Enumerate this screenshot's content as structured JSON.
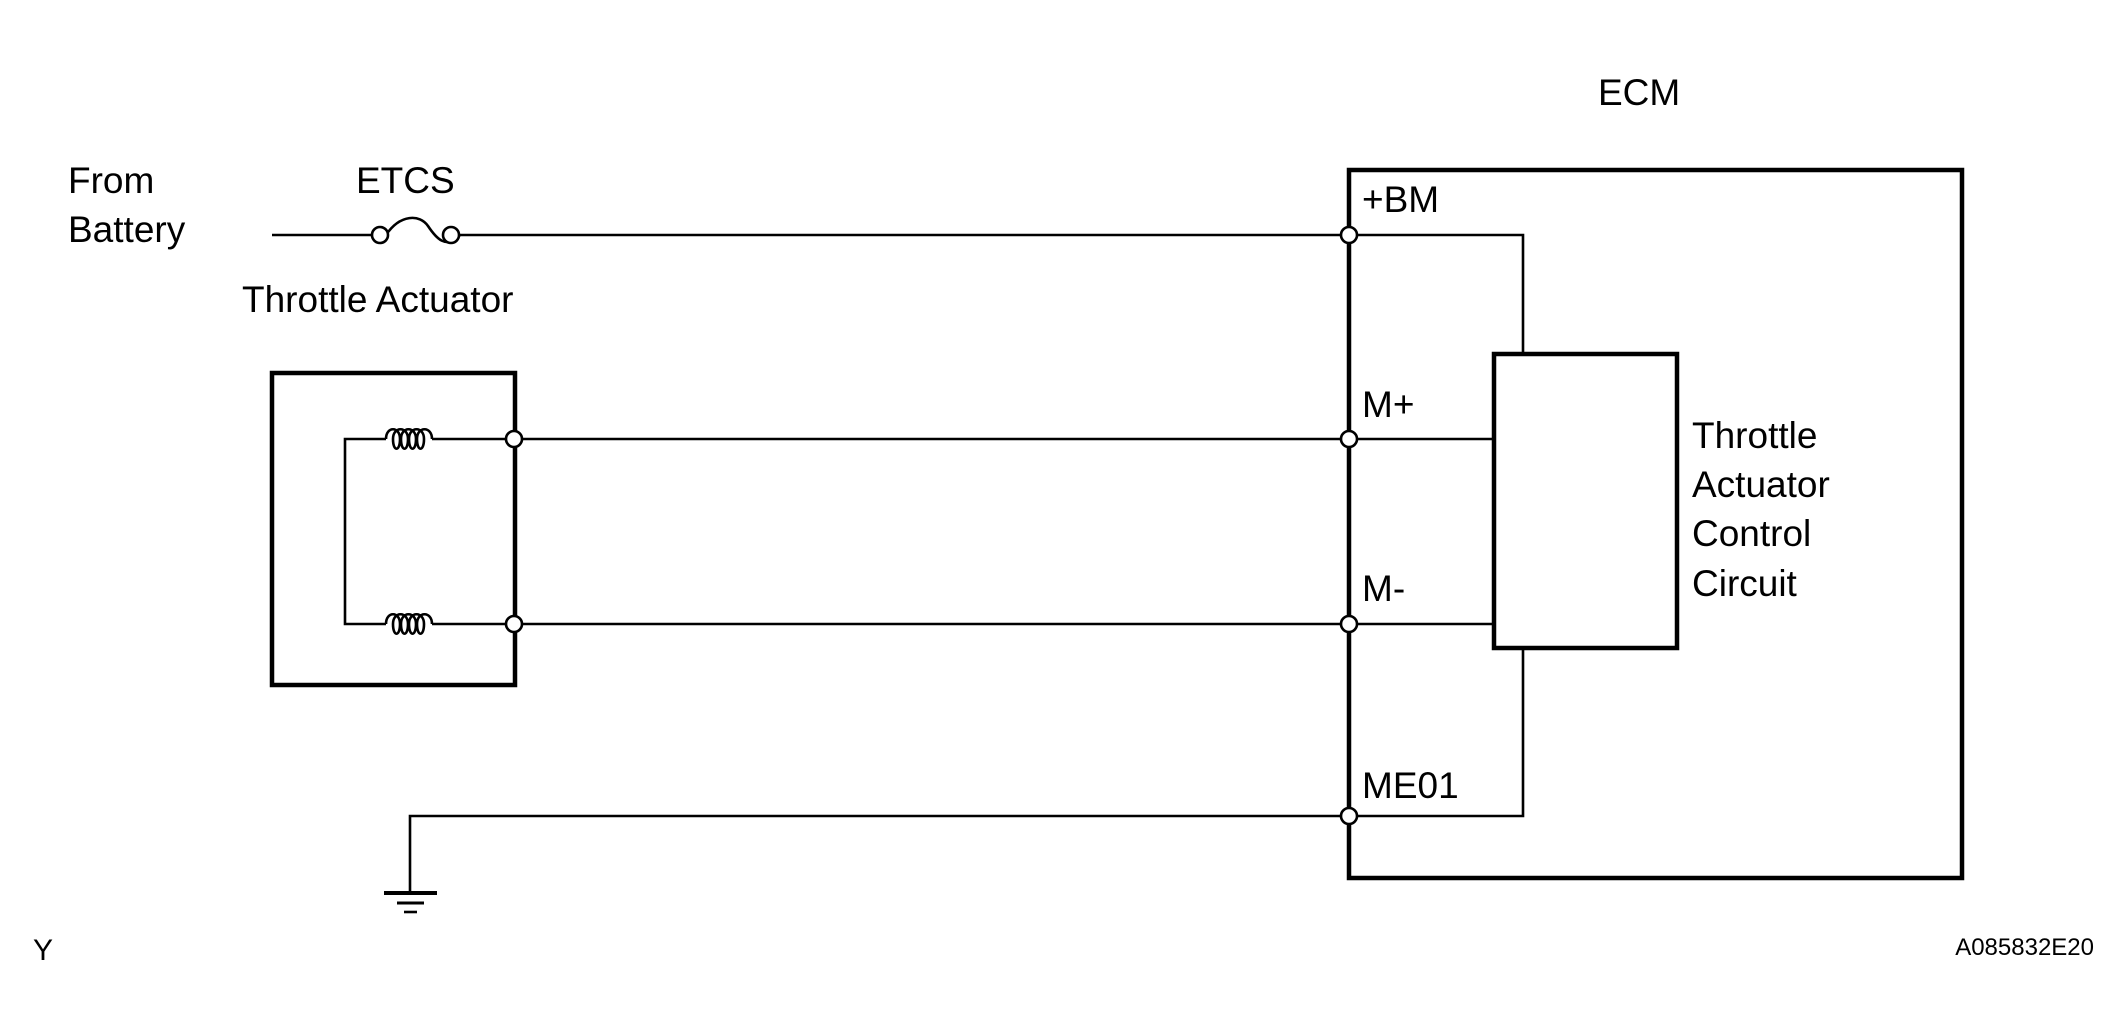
{
  "labels": {
    "ecm": "ECM",
    "from_battery_line1": "From",
    "from_battery_line2": "Battery",
    "fuse": "ETCS",
    "throttle_actuator": "Throttle Actuator",
    "terminal_bm": "+BM",
    "terminal_m_plus": "M+",
    "terminal_m_minus": "M-",
    "terminal_me01": "ME01",
    "circuit_line1": "Throttle",
    "circuit_line2": "Actuator",
    "circuit_line3": "Control",
    "circuit_line4": "Circuit",
    "corner_letter": "Y",
    "figure_id": "A085832E20"
  }
}
